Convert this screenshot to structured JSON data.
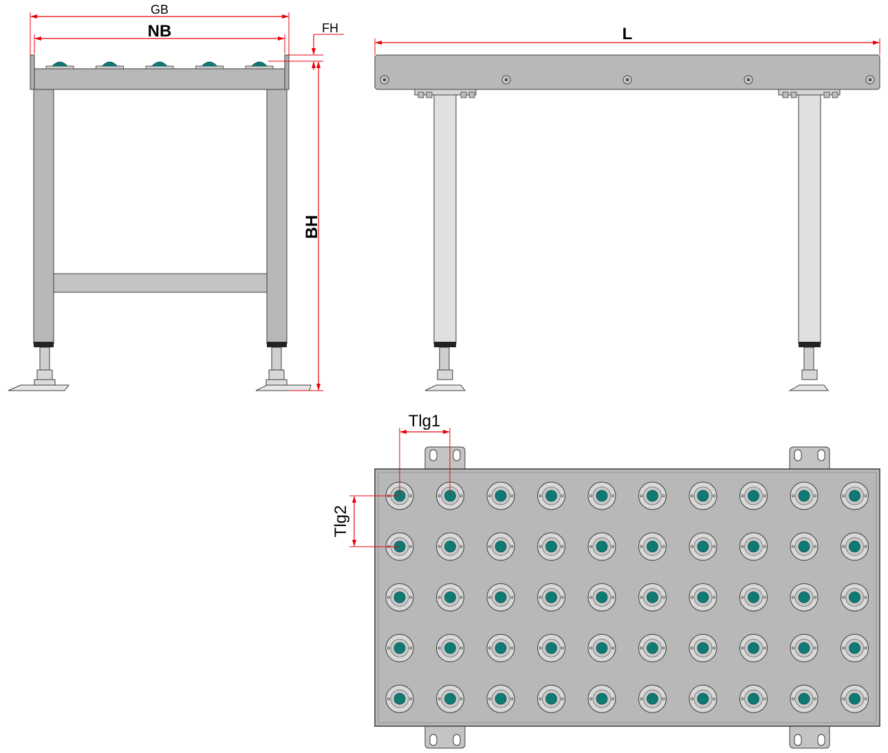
{
  "labels": {
    "gb": "GB",
    "nb": "NB",
    "fh": "FH",
    "bh": "BH",
    "l": "L",
    "tlg1": "Tlg1",
    "tlg2": "Tlg2"
  },
  "colors": {
    "dimension": "#e8000b",
    "frame": "#b8b8b8",
    "frame_dark": "#9a9a9a",
    "outline": "#3c3c3c",
    "ball": "#0f7a74",
    "ring": "#d9d9d9",
    "foot": "#e6e6e6"
  },
  "icons": {
    "ball_transfer_unit": "ball-transfer-icon",
    "bolt": "bolt-icon",
    "leveling_foot": "leveling-foot-icon"
  },
  "top_view_grid": {
    "rows": 5,
    "columns": 10
  },
  "front_view_ball_count": 5,
  "side_view_bolt_count": 5
}
